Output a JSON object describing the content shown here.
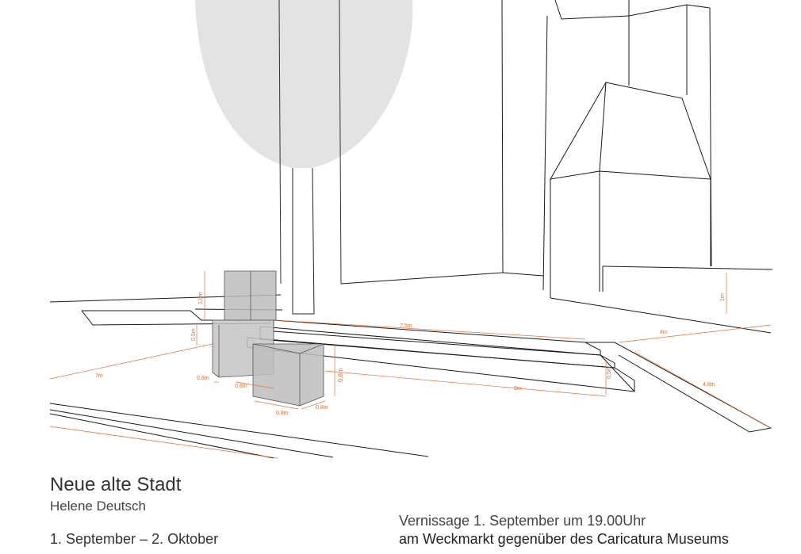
{
  "title": "Neue alte Stadt",
  "artist": "Helene Deutsch",
  "dates": "1. September – 2. Oktober",
  "vernissage_line1": "Vernissage 1. September um 19.00Uhr",
  "vernissage_line2": "am Weckmarkt gegenüber des Caricatura Museums",
  "dimensions": {
    "d_1_6m": "1,6m",
    "d_0_5m_left": "0,5m",
    "d_0_8m_a": "0,8m",
    "d_0_8m_b": "0,8m",
    "d_0_8m_c": "0,8m",
    "d_0_8m_d": "0,8m",
    "d_0_8m_e": "0,8m",
    "d_7m": "7m",
    "d_7_5m": "7,5m",
    "d_9m": "9m",
    "d_0_5m_right": "0,5m",
    "d_4m": "4m",
    "d_4_8m": "4,8m",
    "d_1m": "1m"
  },
  "colors": {
    "line": "#1a1a1a",
    "dimension": "#e8713c",
    "tree": "#e3e3e5",
    "block": "#bdbdbd"
  }
}
